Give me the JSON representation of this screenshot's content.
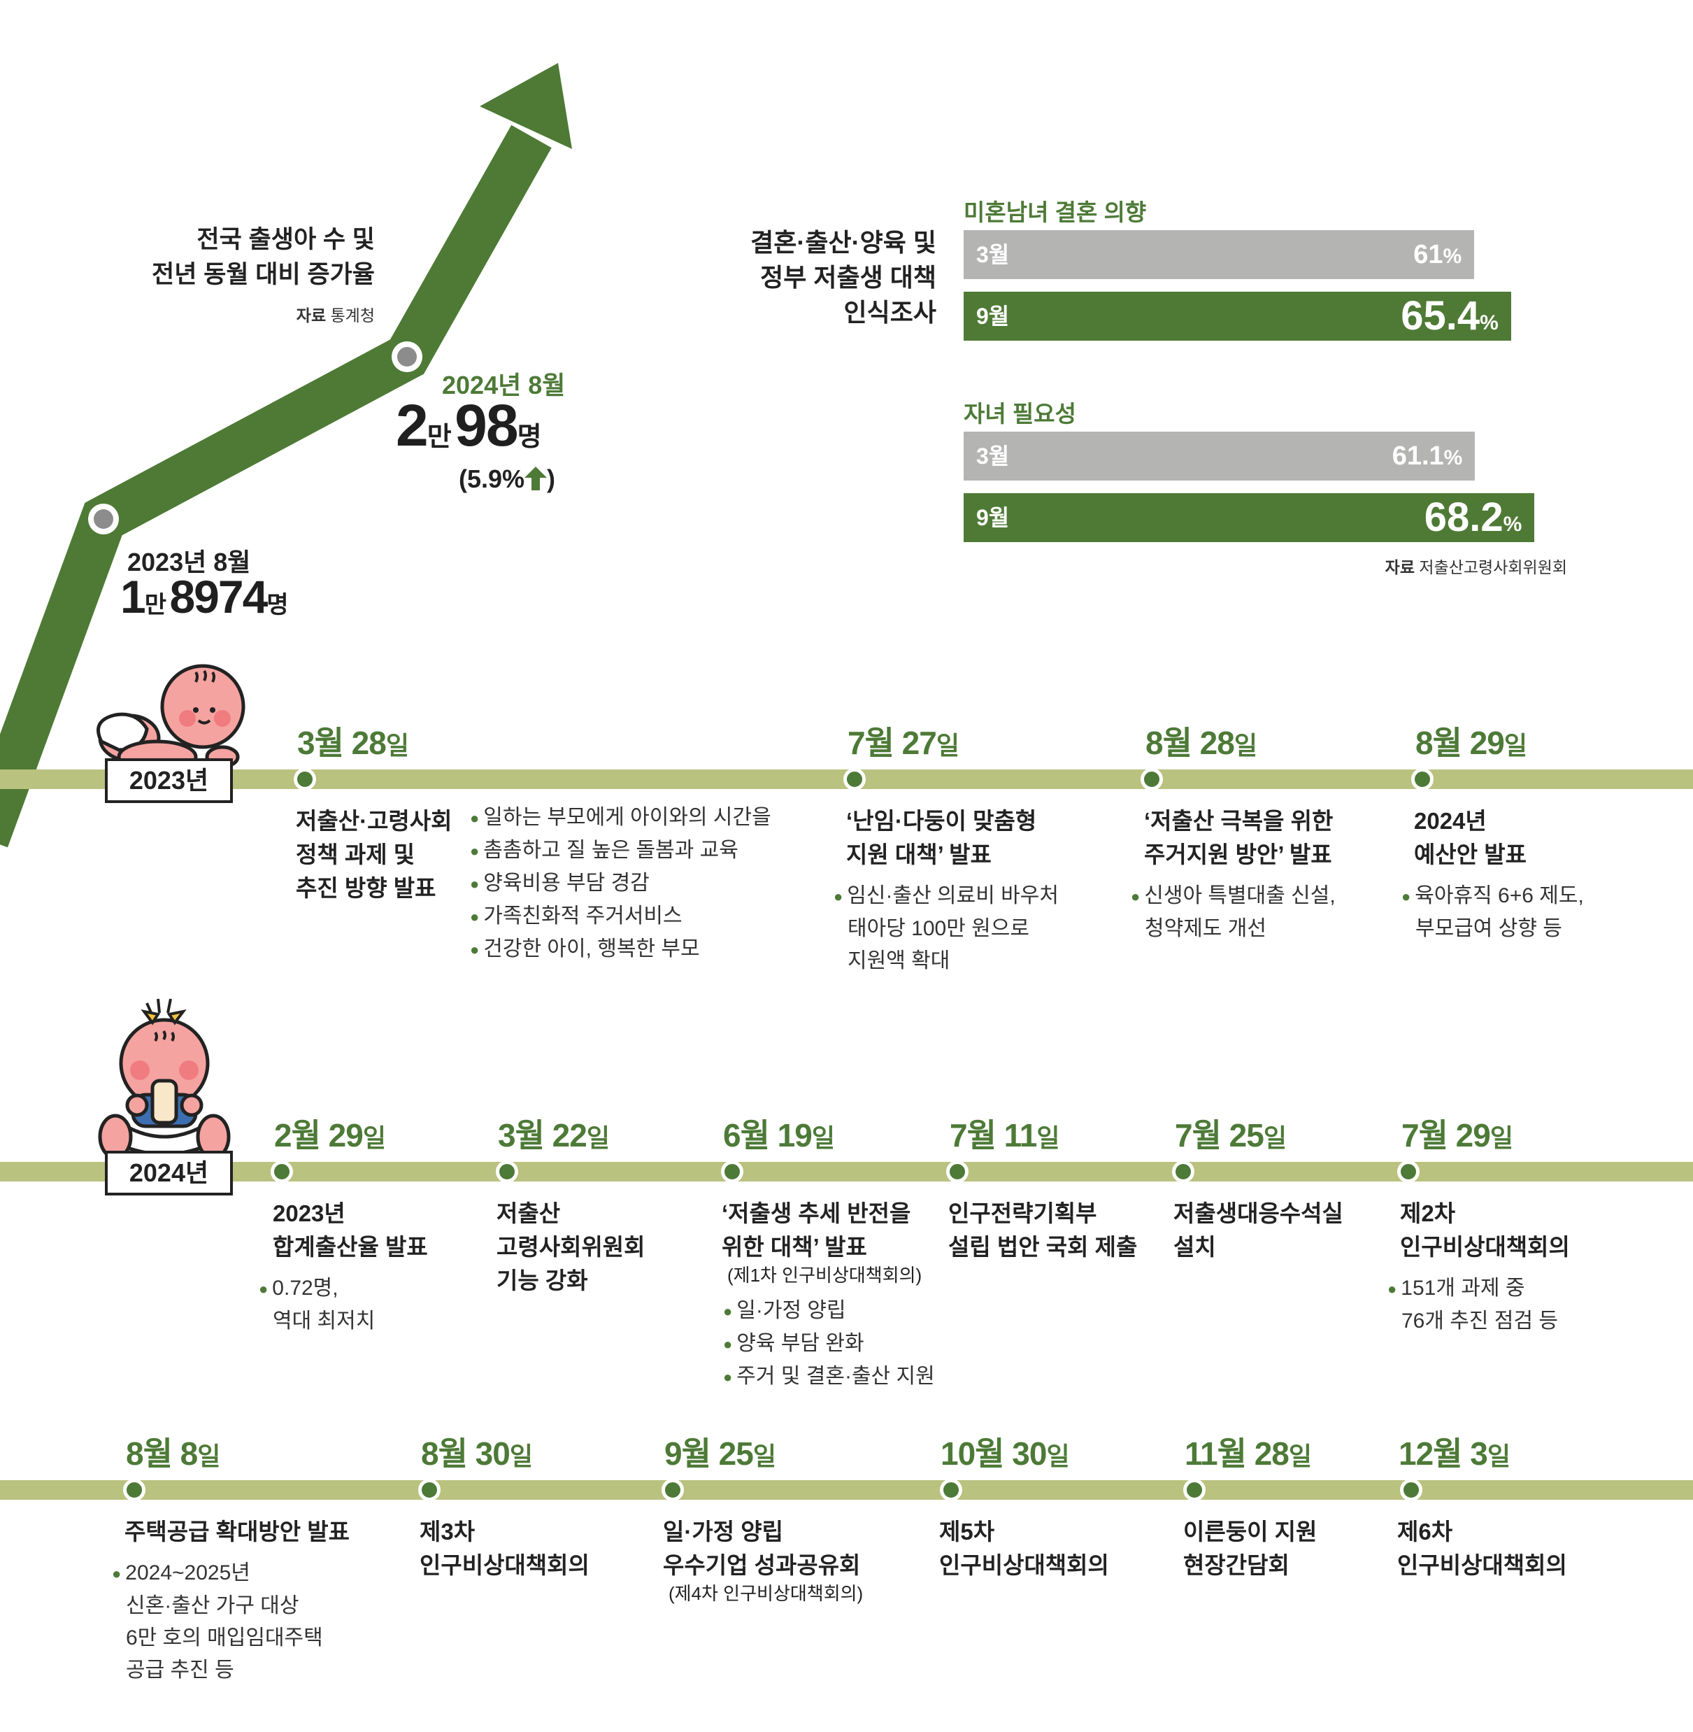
{
  "growth": {
    "title_line1": "전국 출생아 수 및",
    "title_line2": "전년 동월 대비 증가율",
    "source_label": "자료",
    "source": "통계청",
    "point2023": {
      "period": "2023년 8월",
      "count_a": "1",
      "unit_a": "만",
      "count_b": "8974",
      "unit_b": "명"
    },
    "point2024": {
      "period": "2024년 8월",
      "count_a": "2",
      "unit_a": "만",
      "count_b": "98",
      "unit_b": "명",
      "change": "(5.9%",
      "change_close": ")"
    },
    "colors": {
      "arrow": "#4e7a35",
      "node": "#8c8c8c"
    },
    "icons": [
      "up-arrow-icon"
    ]
  },
  "survey": {
    "title_line1": "결혼·출산·양육 및",
    "title_line2": "정부 저출생 대책",
    "title_line3": "인식조사",
    "source_label": "자료",
    "source": "저출산고령사회위원회",
    "groups": [
      {
        "label": "미혼남녀 결혼 의향",
        "bars": [
          {
            "month": "3월",
            "value": "61",
            "unit": "%"
          },
          {
            "month": "9월",
            "value": "65.4",
            "unit": "%"
          }
        ]
      },
      {
        "label": "자녀 필요성",
        "bars": [
          {
            "month": "3월",
            "value": "61.1",
            "unit": "%"
          },
          {
            "month": "9월",
            "value": "68.2",
            "unit": "%"
          }
        ]
      }
    ],
    "colors": {
      "march": "#b4b5b3",
      "september": "#4f7a35"
    }
  },
  "chart_data": {
    "type": "bar",
    "categories": [
      "미혼남녀 결혼 의향",
      "자녀 필요성"
    ],
    "series": [
      {
        "name": "3월",
        "values": [
          61,
          61.1
        ]
      },
      {
        "name": "9월",
        "values": [
          65.4,
          68.2
        ]
      }
    ],
    "unit": "%"
  },
  "timeline2023": {
    "year": "2023년",
    "events": [
      {
        "date_num": "3월 28",
        "date_unit": "일",
        "head": [
          "저출산·고령사회",
          "정책 과제 및",
          "추진 방향 발표"
        ],
        "sub": "",
        "bullets": [
          [
            "일하는 부모에게 아이와의 시간을"
          ],
          [
            "촘촘하고 질 높은 돌봄과 교육"
          ],
          [
            "양육비용 부담 경감"
          ],
          [
            "가족친화적 주거서비스"
          ],
          [
            "건강한 아이, 행복한 부모"
          ]
        ]
      },
      {
        "date_num": "7월 27",
        "date_unit": "일",
        "head": [
          "‘난임·다둥이 맞춤형",
          "지원 대책’ 발표"
        ],
        "sub": "",
        "bullets": [
          [
            "임신·출산 의료비 바우처",
            "태아당 100만 원으로",
            "지원액 확대"
          ]
        ]
      },
      {
        "date_num": "8월 28",
        "date_unit": "일",
        "head": [
          "‘저출산 극복을 위한",
          "주거지원 방안’ 발표"
        ],
        "sub": "",
        "bullets": [
          [
            "신생아 특별대출 신설,",
            "청약제도 개선"
          ]
        ]
      },
      {
        "date_num": "8월 29",
        "date_unit": "일",
        "head": [
          "2024년",
          "예산안 발표"
        ],
        "sub": "",
        "bullets": [
          [
            "육아휴직 6+6 제도,",
            "부모급여 상향 등"
          ]
        ]
      }
    ]
  },
  "timeline2024a": {
    "year": "2024년",
    "events": [
      {
        "date_num": "2월 29",
        "date_unit": "일",
        "head": [
          "2023년",
          "합계출산율 발표"
        ],
        "sub": "",
        "bullets": [
          [
            "0.72명,",
            "역대 최저치"
          ]
        ]
      },
      {
        "date_num": "3월 22",
        "date_unit": "일",
        "head": [
          "저출산",
          "고령사회위원회",
          "기능 강화"
        ],
        "sub": "",
        "bullets": []
      },
      {
        "date_num": "6월 19",
        "date_unit": "일",
        "head": [
          "‘저출생 추세 반전을",
          "위한 대책’ 발표"
        ],
        "sub": "(제1차 인구비상대책회의)",
        "bullets": [
          [
            "일·가정 양립"
          ],
          [
            "양육 부담 완화"
          ],
          [
            "주거 및 결혼·출산 지원"
          ]
        ]
      },
      {
        "date_num": "7월 11",
        "date_unit": "일",
        "head": [
          "인구전략기획부",
          "설립 법안 국회 제출"
        ],
        "sub": "",
        "bullets": []
      },
      {
        "date_num": "7월 25",
        "date_unit": "일",
        "head": [
          "저출생대응수석실",
          "설치"
        ],
        "sub": "",
        "bullets": []
      },
      {
        "date_num": "7월 29",
        "date_unit": "일",
        "head": [
          "제2차",
          "인구비상대책회의"
        ],
        "sub": "",
        "bullets": [
          [
            "151개 과제 중",
            "76개 추진 점검 등"
          ]
        ]
      }
    ]
  },
  "timeline2024b": {
    "events": [
      {
        "date_num": "8월 8",
        "date_unit": "일",
        "head": [
          "주택공급 확대방안 발표"
        ],
        "sub": "",
        "bullets": [
          [
            "2024~2025년",
            "신혼·출산 가구 대상",
            "6만 호의 매입임대주택",
            "공급 추진 등"
          ]
        ]
      },
      {
        "date_num": "8월 30",
        "date_unit": "일",
        "head": [
          "제3차",
          "인구비상대책회의"
        ],
        "sub": "",
        "bullets": []
      },
      {
        "date_num": "9월 25",
        "date_unit": "일",
        "head": [
          "일·가정 양립",
          "우수기업 성과공유회"
        ],
        "sub": "(제4차 인구비상대책회의)",
        "bullets": []
      },
      {
        "date_num": "10월 30",
        "date_unit": "일",
        "head": [
          "제5차",
          "인구비상대책회의"
        ],
        "sub": "",
        "bullets": []
      },
      {
        "date_num": "11월 28",
        "date_unit": "일",
        "head": [
          "이른둥이 지원",
          "현장간담회"
        ],
        "sub": "",
        "bullets": []
      },
      {
        "date_num": "12월 3",
        "date_unit": "일",
        "head": [
          "제6차",
          "인구비상대책회의"
        ],
        "sub": "",
        "bullets": []
      }
    ]
  },
  "style": {
    "accent_green": "#4d7a37",
    "track_color": "#b9c27e",
    "baby_skin": "#f5a3a0",
    "diaper": "#ffffff"
  }
}
